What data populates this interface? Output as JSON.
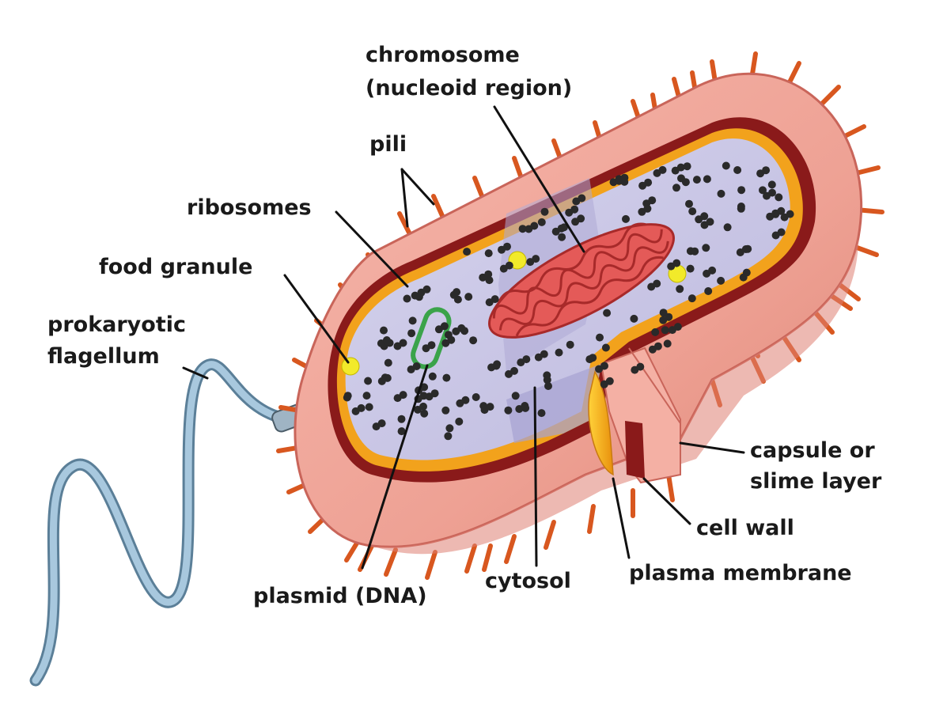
{
  "labels": {
    "chromosome_line1": "chromosome",
    "chromosome_line2": "(nucleoid region)",
    "pili": "pili",
    "ribosomes": "ribosomes",
    "food_granule": "food granule",
    "flagellum_line1": "prokaryotic",
    "flagellum_line2": "flagellum",
    "capsule_line1": "capsule or",
    "capsule_line2": "slime layer",
    "cell_wall": "cell wall",
    "plasma_membrane": "plasma membrane",
    "cytosol": "cytosol",
    "plasmid": "plasmid (DNA)"
  },
  "colors": {
    "capsule": "#f2a398",
    "capsule_shade": "#e07f72",
    "capsule_edge": "#c9655a",
    "pilus": "#d8571f",
    "cell_wall": "#7a1414",
    "membrane": "#f2a21c",
    "cytosol": "#c9c6e6",
    "ribosome": "#2a2a2a",
    "chromosome": "#d8403e",
    "plasmid": "#3aa34a",
    "food_granule": "#f2ea2a",
    "flagellum": "#8fb6d2",
    "leader_line": "#111111"
  }
}
